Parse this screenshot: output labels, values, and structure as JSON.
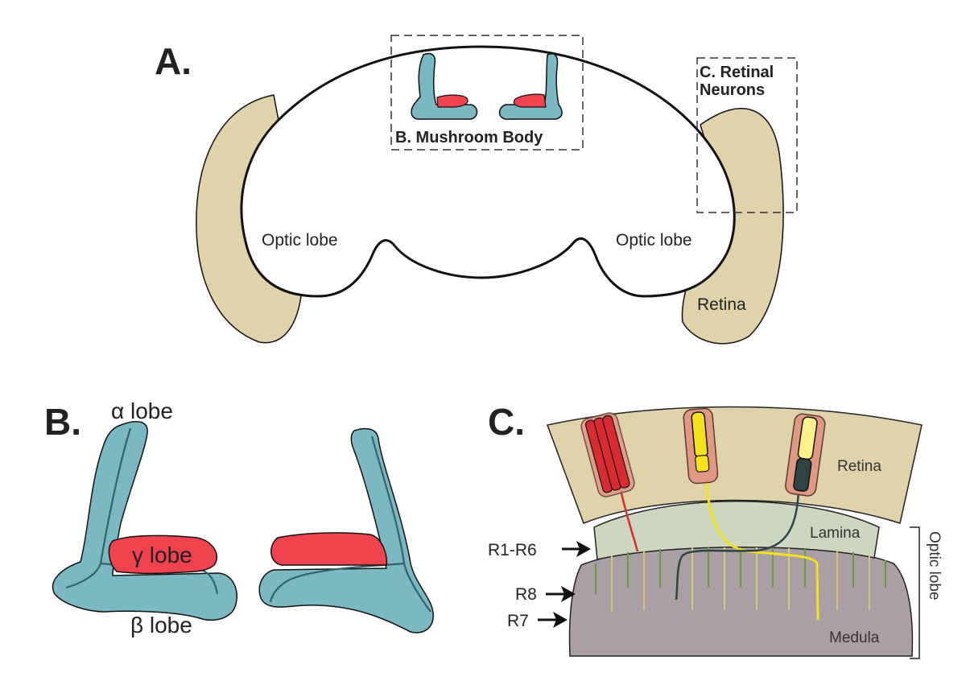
{
  "panels": {
    "a": {
      "letter": "A.",
      "optic_lobe_left": "Optic lobe",
      "optic_lobe_right": "Optic lobe",
      "retina": "Retina",
      "mushroom_body_box": "B. Mushroom Body",
      "retinal_box_line1": "C. Retinal",
      "retinal_box_line2": "Neurons"
    },
    "b": {
      "letter": "B.",
      "alpha_lobe": "α lobe",
      "gamma_lobe": "γ lobe",
      "beta_lobe": "β lobe"
    },
    "c": {
      "letter": "C.",
      "retina": "Retina",
      "lamina": "Lamina",
      "medula": "Medula",
      "optic_lobe": "Optic lobe",
      "r1_r6": "R1-R6",
      "r8": "R8",
      "r7": "R7"
    }
  },
  "colors": {
    "retina_tan": "#e0d2a9",
    "mushroom_blue": "#7ab9c3",
    "gamma_red": "#f1434e",
    "lamina_green": "#cdd6bf",
    "medula_gray": "#ab9fa6",
    "outline": "#111111",
    "r7_yellow": "#f3e21a",
    "r8_dark": "#2e4444",
    "r1r6_red": "#d92b30",
    "salmon": "#e19883",
    "pale_yellow": "#fbf08a"
  }
}
